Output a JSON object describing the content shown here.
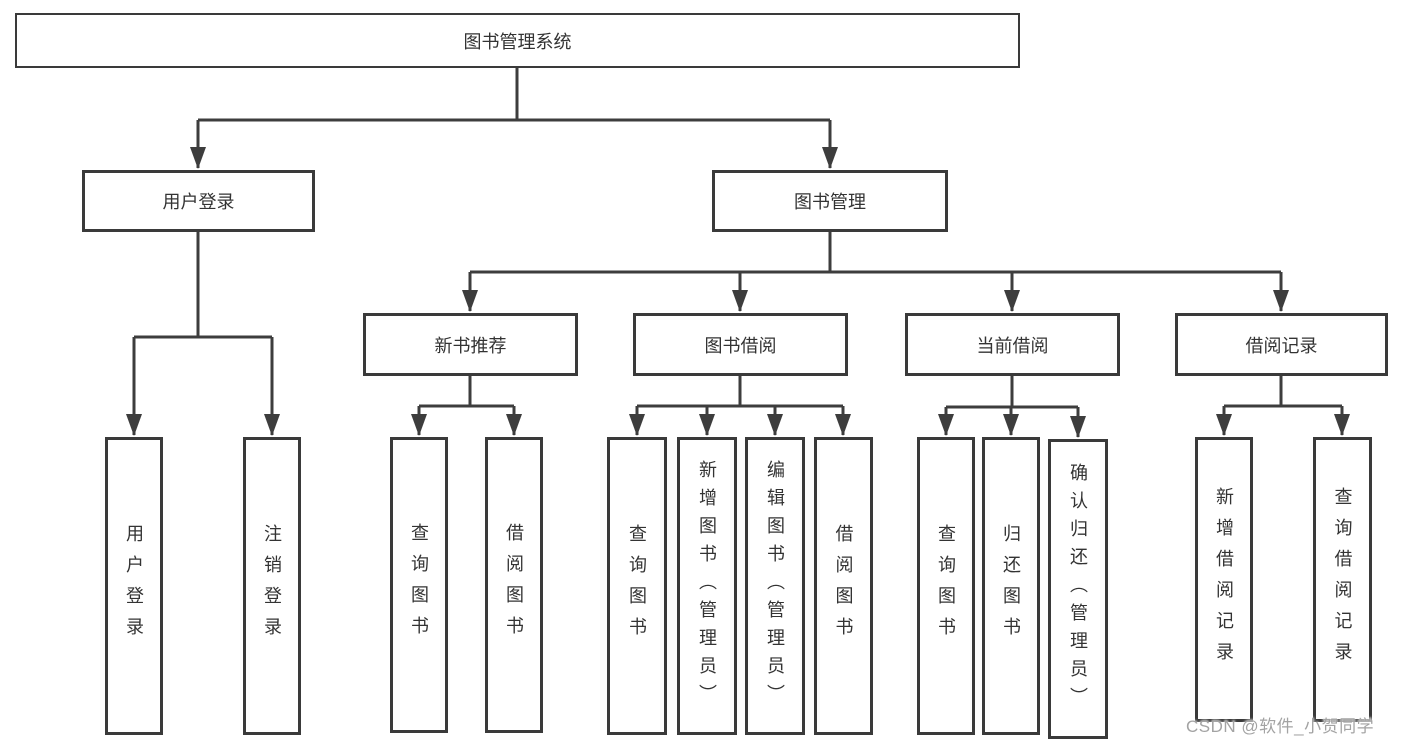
{
  "page": {
    "background": "#ffffff",
    "watermark": "CSDN @软件_小贺同学"
  },
  "colors": {
    "line": "#3d3d3d",
    "box_border": "#3a3a3a",
    "text": "#333333",
    "watermark": "#a3a3a3"
  },
  "tree": {
    "label": "图书管理系统",
    "children": [
      {
        "label": "用户登录",
        "children": [
          {
            "label": "用户登录"
          },
          {
            "label": "注销登录"
          }
        ]
      },
      {
        "label": "图书管理",
        "children": [
          {
            "label": "新书推荐",
            "children": [
              {
                "label": "查询图书"
              },
              {
                "label": "借阅图书"
              }
            ]
          },
          {
            "label": "图书借阅",
            "children": [
              {
                "label": "查询图书"
              },
              {
                "label": "新增图书（管理员）"
              },
              {
                "label": "编辑图书（管理员）"
              },
              {
                "label": "借阅图书"
              }
            ]
          },
          {
            "label": "当前借阅",
            "children": [
              {
                "label": "查询图书"
              },
              {
                "label": "归还图书"
              },
              {
                "label": "确认归还（管理员）"
              }
            ]
          },
          {
            "label": "借阅记录",
            "children": [
              {
                "label": "新增借阅记录"
              },
              {
                "label": "查询借阅记录"
              }
            ]
          }
        ]
      }
    ]
  }
}
